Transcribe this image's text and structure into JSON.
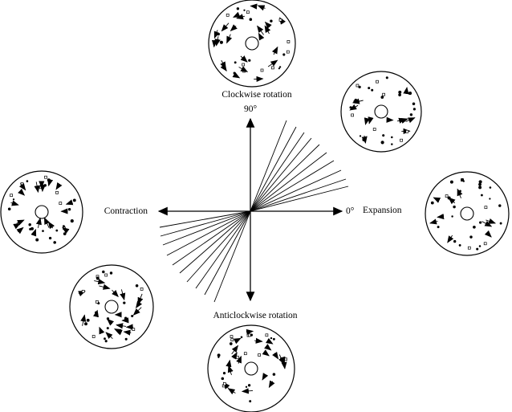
{
  "labels": {
    "clockwise": "Clockwise rotation",
    "anticlockwise": "Anticlockwise rotation",
    "contraction": "Contraction",
    "expansion": "Expansion",
    "angle_90": "90°",
    "angle_0": "0°"
  },
  "fields": [
    {
      "name": "stimulus-clockwise",
      "pattern": "clockwise"
    },
    {
      "name": "stimulus-spiral-expansion-clockwise",
      "pattern": "spiral-out"
    },
    {
      "name": "stimulus-expansion",
      "pattern": "expansion"
    },
    {
      "name": "stimulus-contraction",
      "pattern": "contraction"
    },
    {
      "name": "stimulus-spiral-contraction-anticlockwise",
      "pattern": "spiral-in"
    },
    {
      "name": "stimulus-anticlockwise",
      "pattern": "anticlockwise"
    }
  ]
}
